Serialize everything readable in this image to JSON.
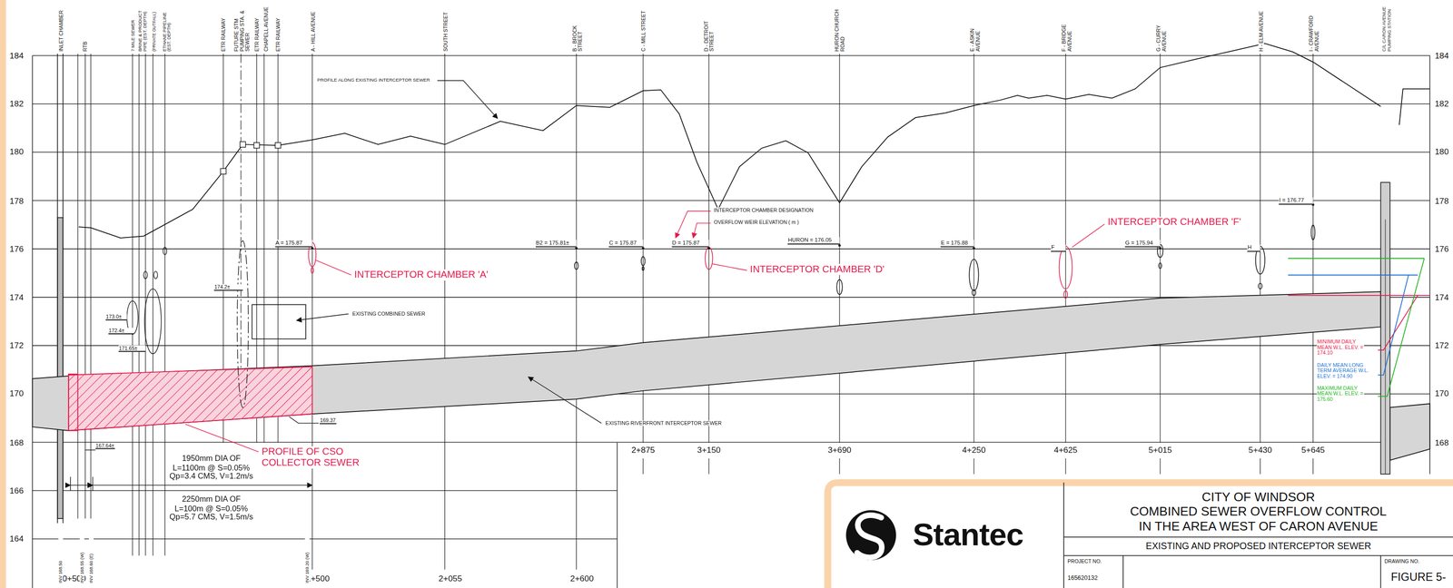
{
  "diagram": {
    "nodes": [
      {
        "text": [
          "CITY OF WINDSOR",
          "COMBINED SEWER OVERFLOW CONTROL",
          "IN THE AREA WEST OF CARON AVENUE",
          "EXISTING AND PROPOSED INTERCEPTOR SEWER",
          "PROJECT NO.",
          "165620132",
          "DRAWING NO.",
          "FIGURE 5-",
          "Stantec"
        ]
      }
    ],
    "labels": [
      "INLET CHAMBER",
      "RTB",
      "7 MILE SEWER",
      "BRINE & PRODUCT PIPE (EST. DEPTH)",
      "(PRIVATE OUTFALL)",
      "ETHANE PIPELINE (EST. DEPTH)",
      "ETR RAILWAY",
      "FUTURE STM PUMPING STA. & SEWER",
      "ETR RAILWAY",
      "CHAPELL AVENUE",
      "ETR RAILWAY",
      "A - HILL AVENUE",
      "SOUTH STREET",
      "B - BROCK STREET",
      "C - MILL STREET",
      "D - DETROIT STREET",
      "HURON CHURCH ROAD",
      "E - ASKIN AVENUE",
      "F - BRIDGE AVENUE",
      "G - CURRY AVENUE",
      "H - ELM AVENUE",
      "I - CRAWFORD AVENUE",
      "C/L CARON AVENUE PUMPING STATION",
      "184",
      "182",
      "180",
      "178",
      "176",
      "174",
      "172",
      "170",
      "168",
      "166",
      "164",
      "184",
      "182",
      "180",
      "178",
      "176",
      "174",
      "172",
      "170",
      "168",
      "0+500",
      "1+500",
      "2+055",
      "2+600",
      "2+875",
      "3+150",
      "3+690",
      "4+250",
      "4+625",
      "5+015",
      "5+430",
      "5+645",
      "INV 168.50",
      "INV 168.55 (W)",
      "INV 168.60 (E)",
      "INV 169.20 (W)",
      "A = 175.87",
      "B2 = 175.81±",
      "C = 175.87",
      "D = 175.87",
      "HURON = 176.05",
      "E = 175.88",
      "F",
      "G = 175.94",
      "H",
      "I = 176.77",
      "INTERCEPTOR CHAMBER 'A'",
      "INTERCEPTOR CHAMBER 'D'",
      "INTERCEPTOR CHAMBER 'F'",
      "INTERCEPTOR CHAMBER DESIGNATION",
      "OVERFLOW WEIR ELEVATION ( m )",
      "PROFILE ALONG EXISTING INTERCEPTOR SEWER",
      "EXISTING COMBINED SEWER",
      "EXISTING RIVERFRONT INTERCEPTOR SEWER",
      "PROFILE OF CSO COLLECTOR SEWER",
      "174.2±",
      "173.0±",
      "172.4±",
      "171.65±",
      "169.37",
      "167.64±",
      "1950mm DIA OF",
      "L=1100m @ S=0.05%",
      "Qp=3.4 CMS, V=1.2m/s",
      "2250mm DIA OF",
      "L=100m @ S=0.05%",
      "Qp=5.7 CMS, V=1.5m/s"
    ],
    "legend": [
      {
        "text": "MINIMUM DAILY MEAN W.L. ELEV. = 174.10",
        "color": "#e6194b"
      },
      {
        "text": "DAILY MEAN LONG TERM AVERAGE W.L. ELEV. = 174.90",
        "color": "#1f6fd1"
      },
      {
        "text": "MAXIMUM DAILY MEAN W.L. ELEV. = 175.60",
        "color": "#1db31d"
      }
    ]
  }
}
